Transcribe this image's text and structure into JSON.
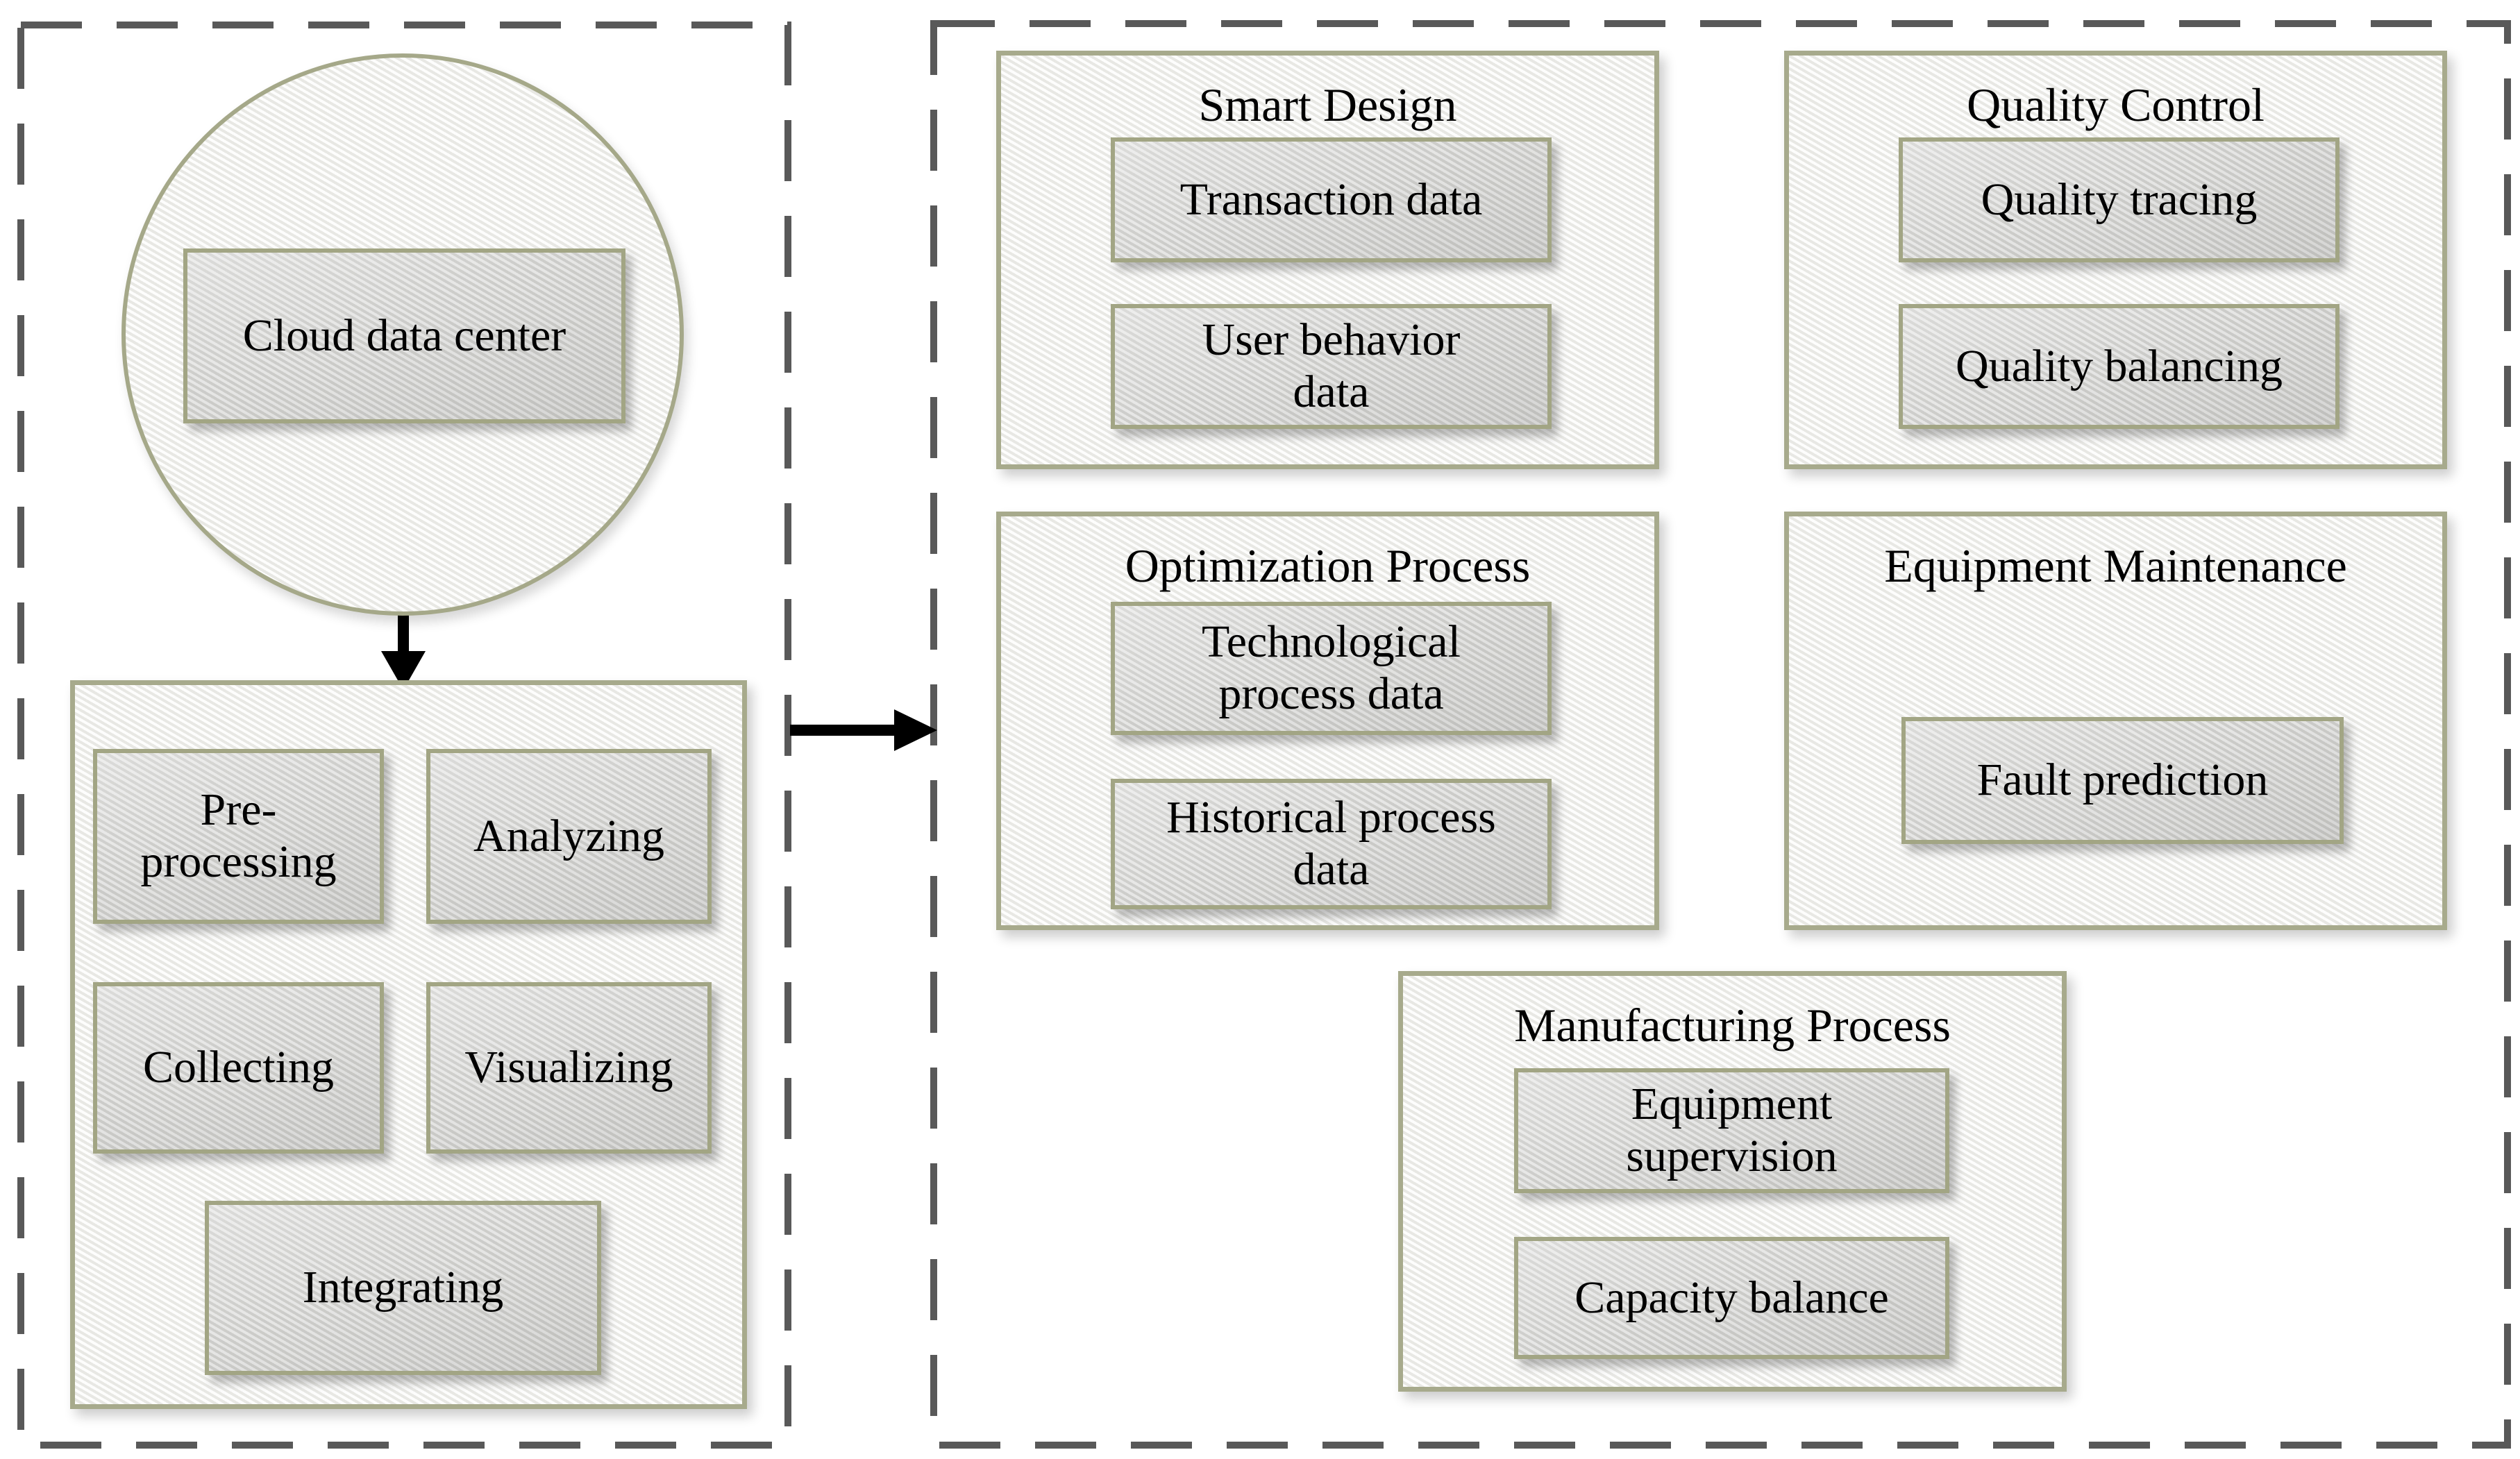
{
  "left": {
    "cloud_label": "Cloud data center",
    "processes": [
      "Pre-processing",
      "Analyzing",
      "Collecting",
      "Visualizing",
      "Integrating"
    ]
  },
  "right": {
    "sections": [
      {
        "title": "Smart Design",
        "items": [
          "Transaction data",
          "User behavior data"
        ]
      },
      {
        "title": "Quality Control",
        "items": [
          "Quality tracing",
          "Quality balancing"
        ]
      },
      {
        "title": "Optimization Process",
        "items": [
          "Technological process data",
          "Historical process data"
        ]
      },
      {
        "title": "Equipment Maintenance",
        "items": [
          "Fault prediction"
        ]
      },
      {
        "title": "Manufacturing Process",
        "items": [
          "Equipment supervision",
          "Capacity balance"
        ]
      }
    ]
  },
  "colors": {
    "dashed_boundary": "#595959",
    "olive_border": "#a2a584",
    "panel_fill": "#f1f1ef",
    "inner_box_fill": "#d7d7d5",
    "arrow": "#000000"
  }
}
